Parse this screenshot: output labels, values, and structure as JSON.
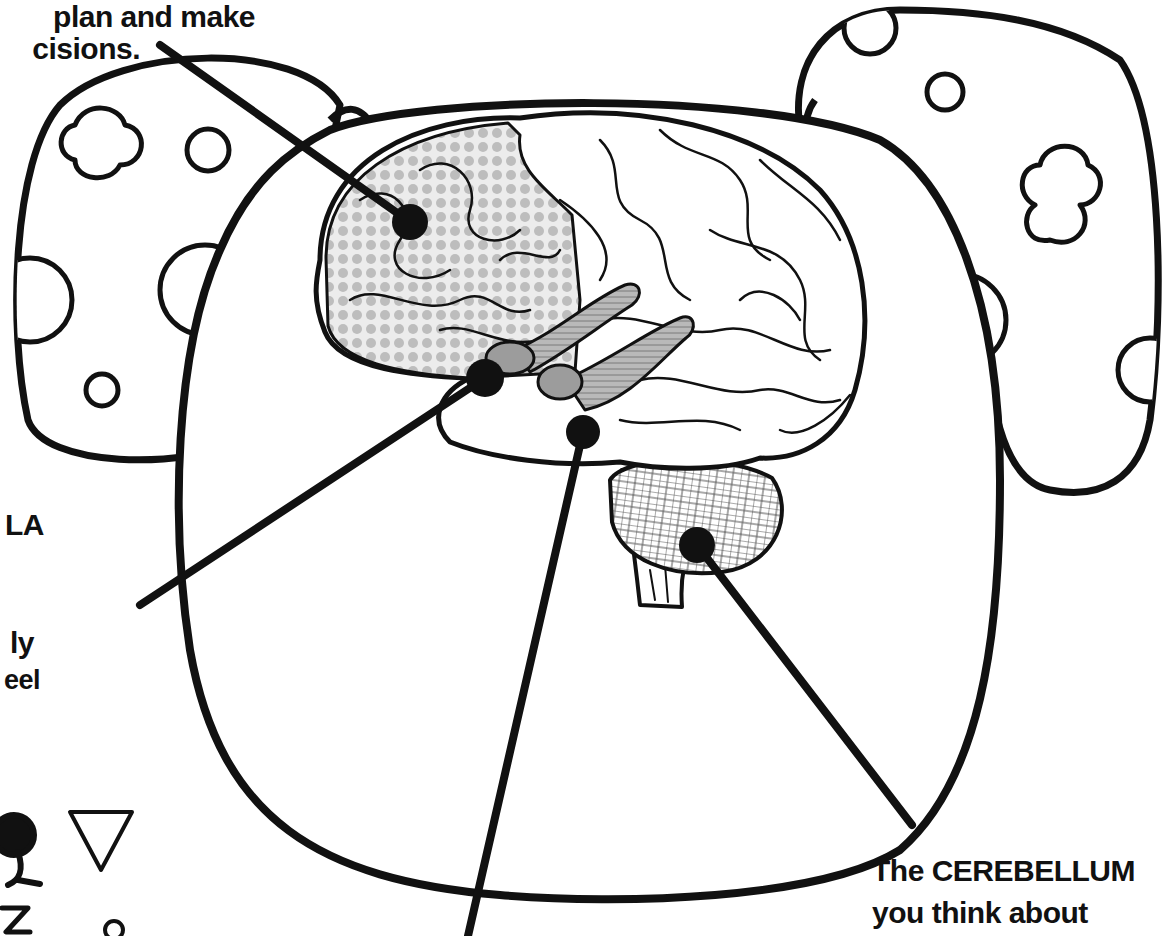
{
  "diagram": {
    "labels": [
      "plan and make",
      "cisions.",
      "LA",
      "ly",
      "eel",
      "The CEREBELLUM",
      "you think about"
    ]
  }
}
